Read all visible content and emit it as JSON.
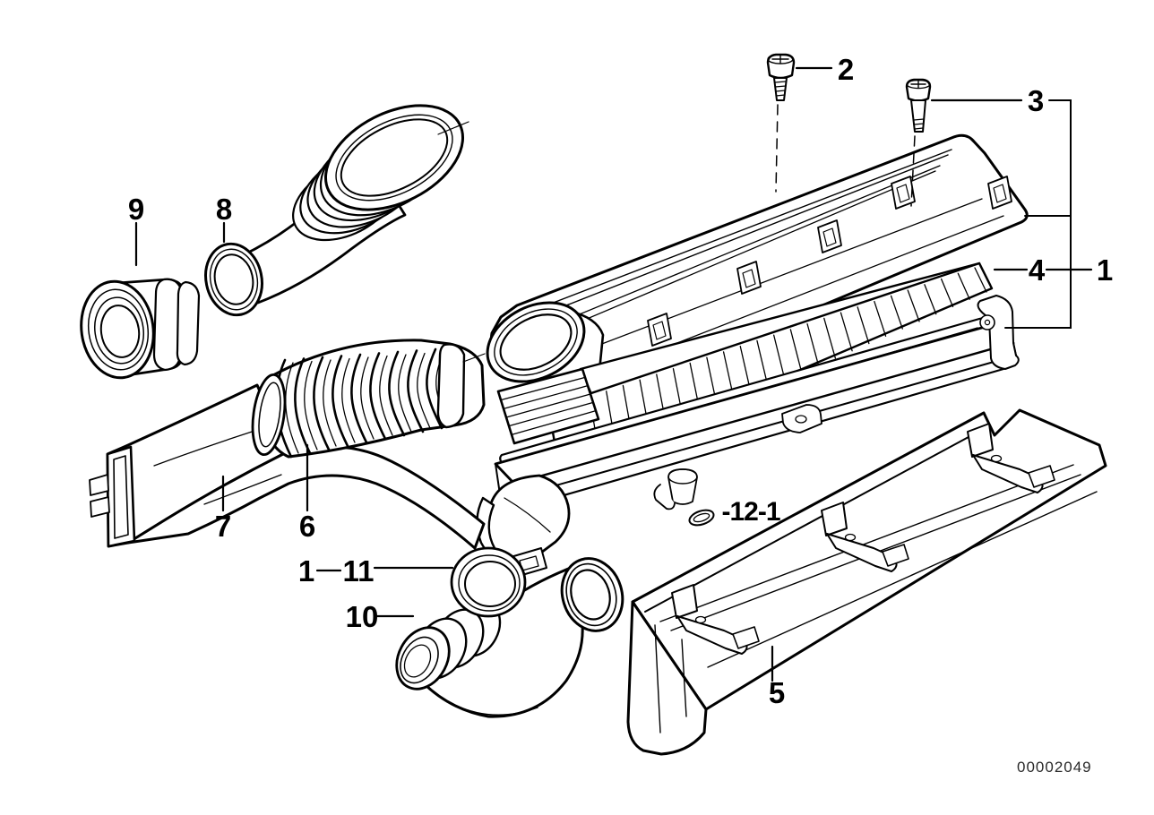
{
  "diagram_id": "00002049",
  "colors": {
    "background": "#ffffff",
    "line": "#000000",
    "id_text": "#2a2a2a"
  },
  "callouts": [
    {
      "target": "screw-2",
      "label": "2"
    },
    {
      "target": "screw-3",
      "label": "3"
    },
    {
      "target": "rubber-sleeve-9",
      "label": "9"
    },
    {
      "target": "intake-duct-8",
      "label": "8"
    },
    {
      "target": "air-duct-7",
      "label": "7"
    },
    {
      "target": "bellows-hose-6",
      "label": "6"
    },
    {
      "target": "assembly-1-left",
      "label": "1"
    },
    {
      "target": "sealing-ring-11",
      "label": "11"
    },
    {
      "target": "coupling-10",
      "label": "10"
    },
    {
      "target": "o-ring-12",
      "label": "-12-1"
    },
    {
      "target": "heat-shield-5",
      "label": "5"
    },
    {
      "target": "filter-element-4",
      "label": "4"
    },
    {
      "target": "assembly-1-right",
      "label": "1"
    }
  ]
}
